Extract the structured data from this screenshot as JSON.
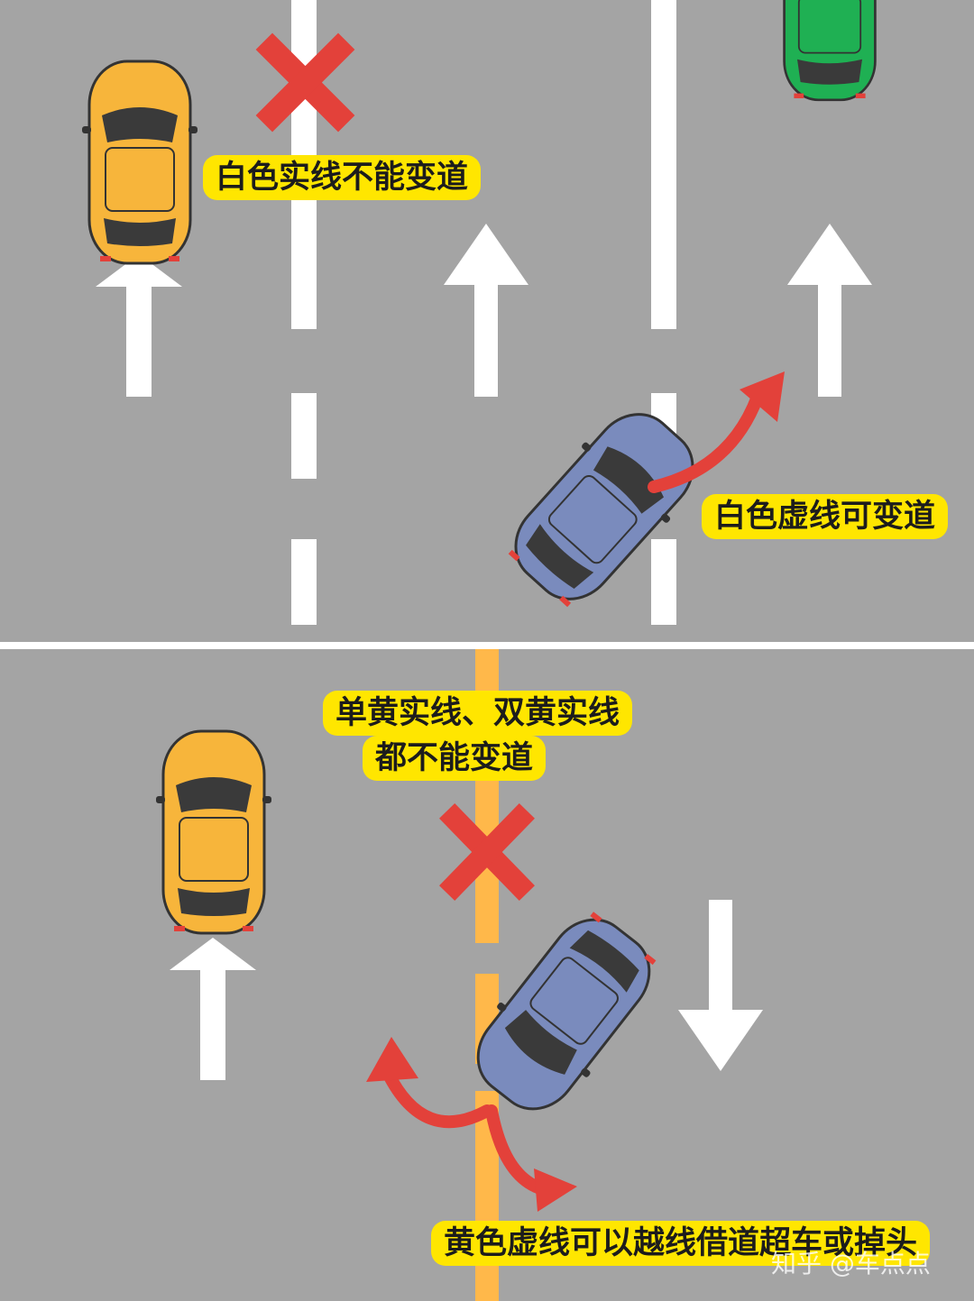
{
  "top_panel": {
    "solid_line_label": "白色实线不能变道",
    "dashed_line_label": "白色虚线可变道"
  },
  "bottom_panel": {
    "yellow_solid_label_line1": "单黄实线、双黄实线",
    "yellow_solid_label_line2": "都不能变道",
    "yellow_dashed_label": "黄色虚线可以越线借道超车或掉头"
  },
  "watermark": "知乎 @车点点",
  "colors": {
    "road": "#a4a4a4",
    "lane_line": "#ffffff",
    "yellow_line": "#ffb84a",
    "label_bg": "#ffe600",
    "forbidden_x": "#e3413a",
    "arrow_red": "#e3413a",
    "car_yellow": "#f7b53b",
    "car_blue": "#7a8bbd",
    "car_green": "#1fb053"
  },
  "icons": [
    "forbidden-x-icon",
    "direction-arrow",
    "curved-arrow"
  ]
}
